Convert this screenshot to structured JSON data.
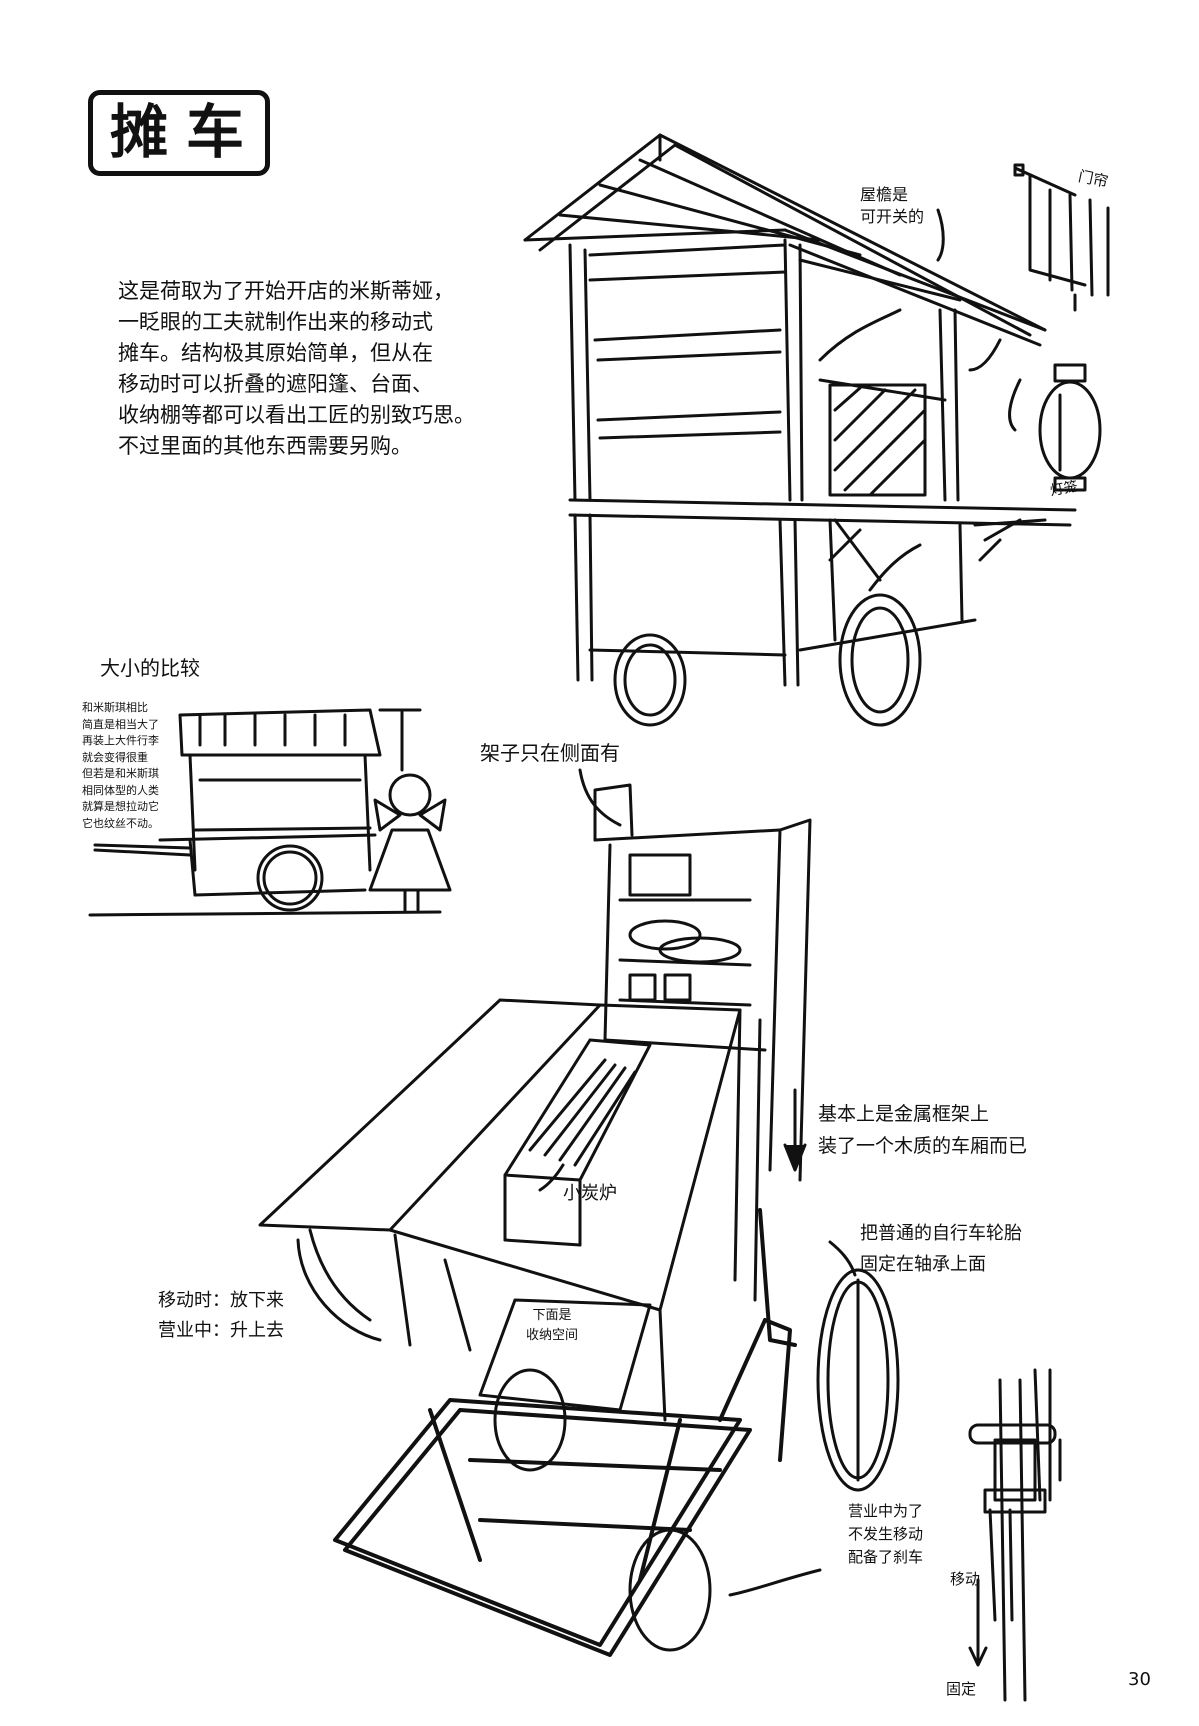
{
  "title": "摊车",
  "intro": "这是荷取为了开始开店的米斯蒂娅，\n一眨眼的工夫就制作出来的移动式\n摊车。结构极其原始简单，但从在\n移动时可以折叠的遮阳篷、台面、\n收纳棚等都可以看出工匠的别致巧思。\n不过里面的其他东西需要另购。",
  "size_comparison": {
    "title": "大小的比较",
    "note": "和米斯琪相比\n简直是相当大了\n再装上大件行李\n就会变得很重\n但若是和米斯琪\n相同体型的人类\n就算是想拉动它\n它也纹丝不动。"
  },
  "annotations": {
    "roof": "屋檐是\n可开关的",
    "curtain": "门帘",
    "lantern": "灯笼",
    "shelf": "架子只在侧面有",
    "frame": "基本上是金属框架上\n装了一个木质的车厢而已",
    "stove": "小炭炉",
    "tire": "把普通的自行车轮胎\n固定在轴承上面",
    "fold": "移动时：放下来\n营业中：升上去",
    "storage": "下面是\n收纳空间",
    "brake": "营业中为了\n不发生移动\n配备了刹车",
    "move": "移动",
    "fix": "固定"
  },
  "page_number": "30"
}
